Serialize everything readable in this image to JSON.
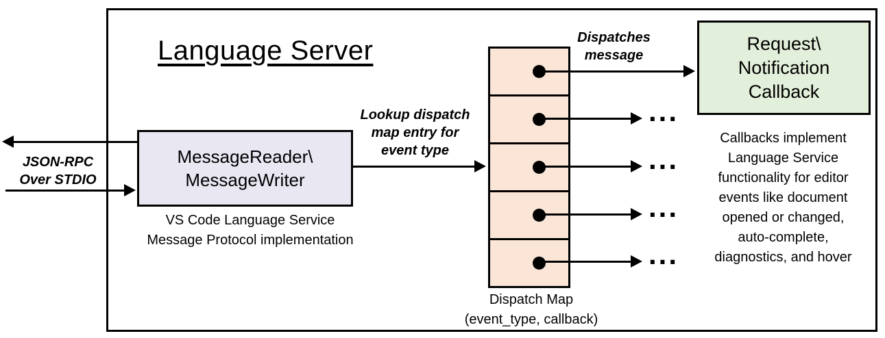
{
  "diagram": {
    "title": "Language Server",
    "io_label": "JSON-RPC\nOver STDIO",
    "message_box": {
      "label": "MessageReader\\\nMessageWriter",
      "caption": "VS Code Language Service\nMessage Protocol implementation",
      "fill": "#e8e7f2"
    },
    "lookup_label": "Lookup dispatch\nmap entry for\nevent type",
    "dispatch_label": "Dispatches\nmessage",
    "dispatch_map": {
      "caption": "Dispatch Map\n(event_type, callback)",
      "rows": 5,
      "fill": "#fbe5d6"
    },
    "callback_box": {
      "label": "Request\\\nNotification\nCallback",
      "fill": "#e2efda"
    },
    "ellipsis": "...",
    "note": "Callbacks implement\nLanguage Service\nfunctionality for editor\nevents like document\nopened or changed,\nauto-complete,\ndiagnostics, and hover"
  }
}
